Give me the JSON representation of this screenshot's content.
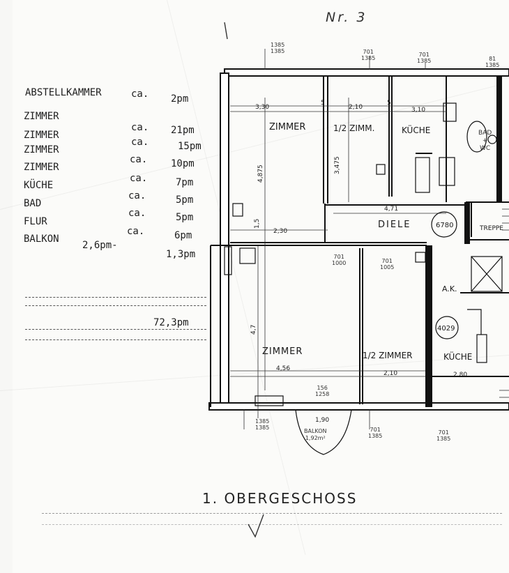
{
  "sheet": {
    "number": "Nr. 3",
    "floor_title": "1. OBERGESCHOSS"
  },
  "area_table": {
    "rows": [
      {
        "room": "ABSTELLKAMMER",
        "ca": "ca.",
        "area": "2pm"
      },
      {
        "room": "ZIMMER",
        "ca": "",
        "area": ""
      },
      {
        "room": "ZIMMER",
        "ca": "ca.",
        "area": "21pm"
      },
      {
        "room": "ZIMMER",
        "ca": "ca.",
        "area": "15pm"
      },
      {
        "room": "ZIMMER",
        "ca": "ca.",
        "area": "10pm"
      },
      {
        "room": "KÜCHE",
        "ca": "ca.",
        "area": "7pm"
      },
      {
        "room": "BAD",
        "ca": "ca.",
        "area": "5pm"
      },
      {
        "room": "FLUR",
        "ca": "ca.",
        "area": "5pm"
      },
      {
        "room": "BALKON",
        "ca": "ca.",
        "area": "6pm"
      }
    ],
    "balkon_extra": "2,6pm-",
    "balkon_extra2": "1,3pm",
    "total": "72,3pm"
  },
  "rooms": {
    "zimmer_top": "ZIMMER",
    "half_zimmer_top": "1/2 ZIMM.",
    "kueche_top": "KÜCHE",
    "bad_wc": "BAD\n+\nWC",
    "diele": "DIELE",
    "diele_area": "6780",
    "zimmer_big": "ZIMMER",
    "half_zimmer_bottom": "1/2 ZIMMER",
    "kueche_right": "KÜCHE",
    "ak": "A.K.",
    "kueche_right_area": "4029",
    "balkon_note": "BALKON\n1,92m²",
    "treppe": "TREPPE"
  },
  "dimensions": {
    "top_1": "1385\n1385",
    "top_2": "701\n1385",
    "top_3": "701\n1385",
    "top_4": "81\n1385",
    "width_zimmer_top": "3,30",
    "width_half_top": "2,10",
    "width_kueche_top": "3,10",
    "diele_width": "4,71",
    "vert_zimmer_top": "4,875",
    "vert_half_top": "3,475",
    "small_1": "5",
    "small_2": "5",
    "wall_1": "1,5",
    "wall_2": "2,30",
    "mid_1": "701\n1000",
    "mid_2": "701\n1005",
    "vert_big": "4,7",
    "width_zimmer_big": "4,56",
    "width_half_bottom": "2,10",
    "width_kueche_right": "2,80",
    "bottom_mid": "156\n1258",
    "bottom_1": "1385\n1385",
    "bottom_2": "701\n1385",
    "bottom_3": "701\n1385",
    "balkon_w": "1,90"
  }
}
